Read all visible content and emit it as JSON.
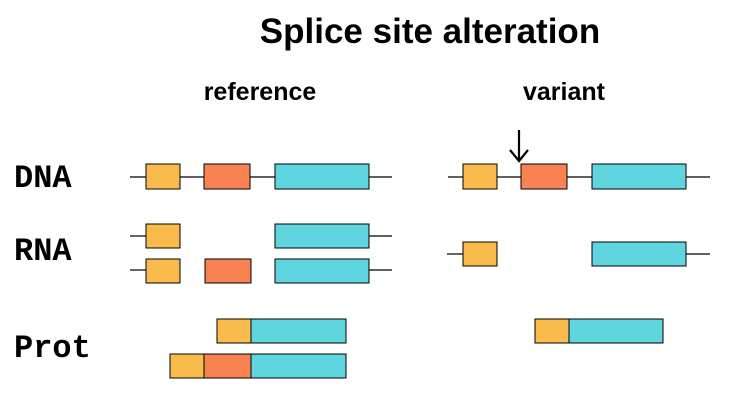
{
  "title": "Splice site alteration",
  "columns": {
    "reference": "reference",
    "variant": "variant"
  },
  "rows": {
    "dna": "DNA",
    "rna": "RNA",
    "prot": "Prot"
  },
  "colors": {
    "exon1": "#f8bb4c",
    "exon2": "#f98253",
    "exon3": "#5fd5df"
  },
  "arrow_icon": "down-arrow-icon"
}
